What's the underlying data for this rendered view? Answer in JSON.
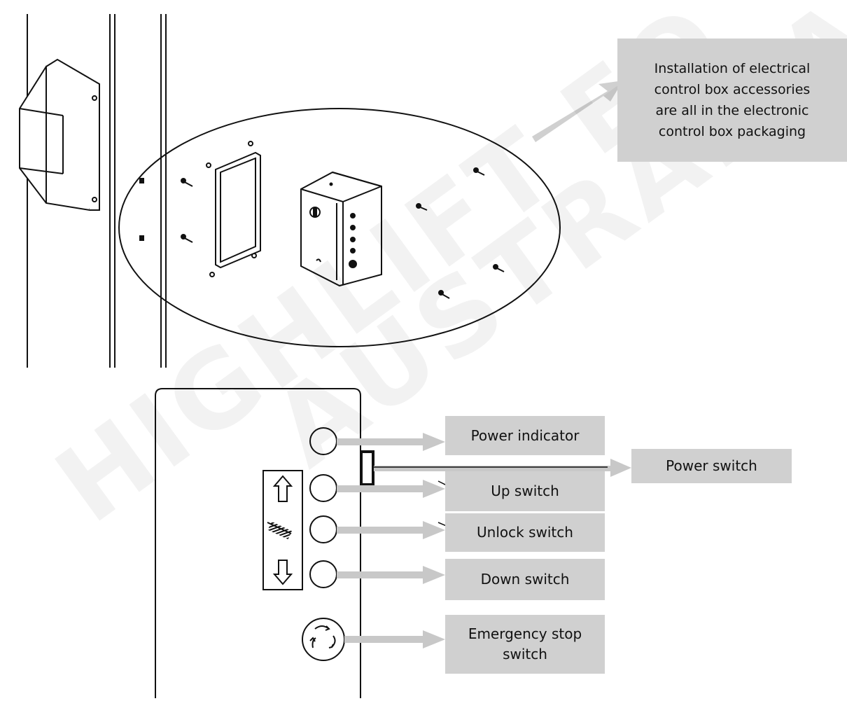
{
  "labels": {
    "accessories": "Installation of electrical\ncontrol box accessories\nare all in the electronic\ncontrol box packaging",
    "power_indicator": "Power indicator",
    "power_switch": "Power switch",
    "up_switch": "Up switch",
    "unlock_switch": "Unlock switch",
    "down_switch": "Down switch",
    "emergency_stop": "Emergency stop\nswitch"
  },
  "watermark": {
    "line1": "HIGHLIFT EQ",
    "line2": "AUSTRALIA"
  },
  "colors": {
    "label_bg": "#d0d0d0",
    "arrow": "#c8c8c8",
    "line": "#111111"
  }
}
